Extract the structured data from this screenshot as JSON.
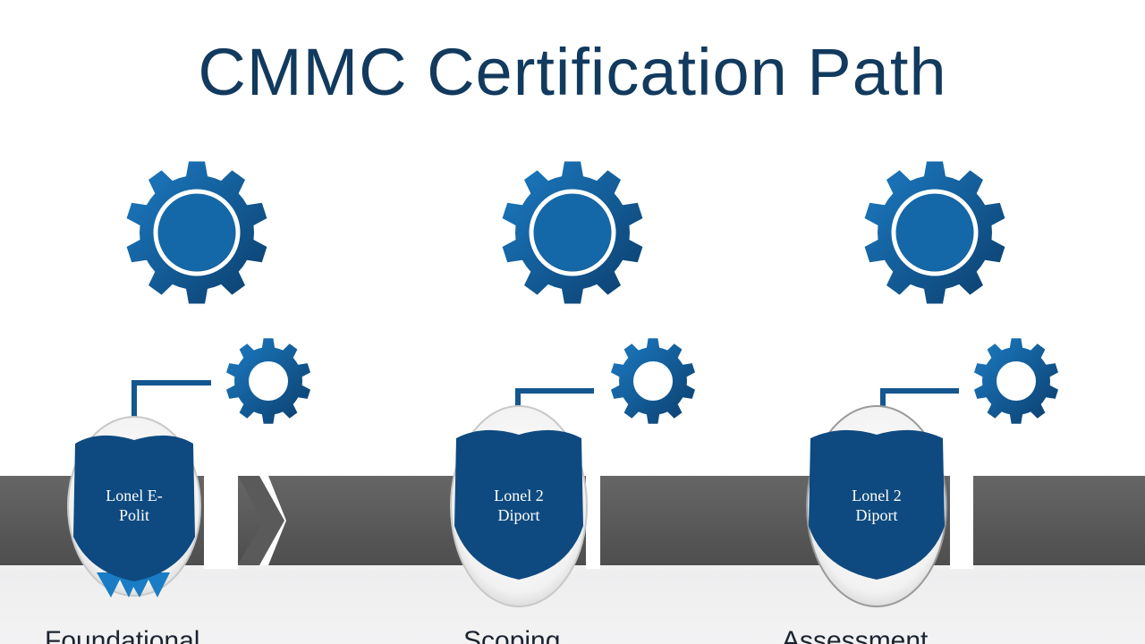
{
  "title": "CMMC Certification Path",
  "colors": {
    "title": "#123a5e",
    "gear_light": "#1a6fb0",
    "gear_dark": "#0b3d6b",
    "shield": "#0e4a80",
    "track": "#5b5b5b",
    "connector": "#14568f"
  },
  "stages": [
    {
      "name": "Foundational",
      "badge_line1": "Lonel E-",
      "badge_line2": "Polit",
      "icons": [
        "gear-icon",
        "small-gear-icon",
        "shield-badge-icon",
        "ribbon-icon"
      ]
    },
    {
      "name": "Scoping",
      "badge_line1": "Lonel 2",
      "badge_line2": "Diport",
      "icons": [
        "gear-icon",
        "small-gear-icon",
        "shield-badge-icon"
      ]
    },
    {
      "name": "Assessment",
      "badge_line1": "Lonel 2",
      "badge_line2": "Diport",
      "icons": [
        "gear-icon",
        "small-gear-icon",
        "shield-badge-icon"
      ]
    }
  ]
}
